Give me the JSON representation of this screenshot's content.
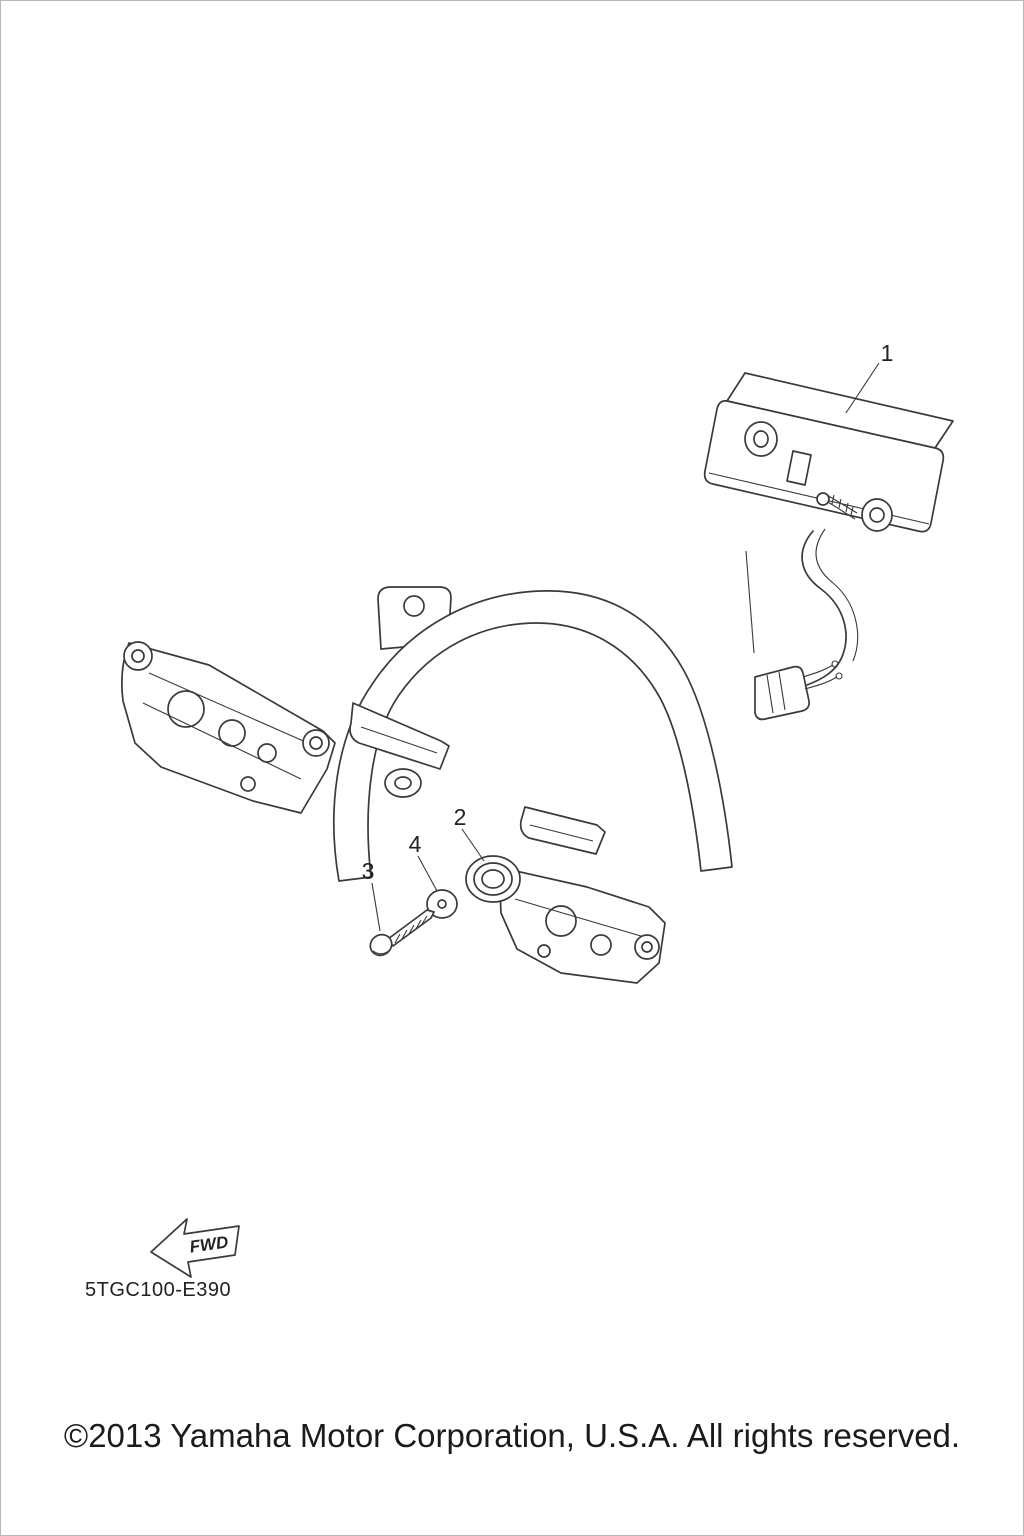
{
  "page": {
    "background": "#ffffff",
    "border_color": "#b7b7b7",
    "ink_color": "#3a3a3a",
    "diagram_code": "5TGC100-E390",
    "copyright": "©2013 Yamaha Motor Corporation, U.S.A. All rights reserved."
  },
  "diagram": {
    "fwd_label": "FWD",
    "callouts": [
      {
        "label": "1"
      },
      {
        "label": "2"
      },
      {
        "label": "3"
      },
      {
        "label": "4"
      }
    ]
  }
}
